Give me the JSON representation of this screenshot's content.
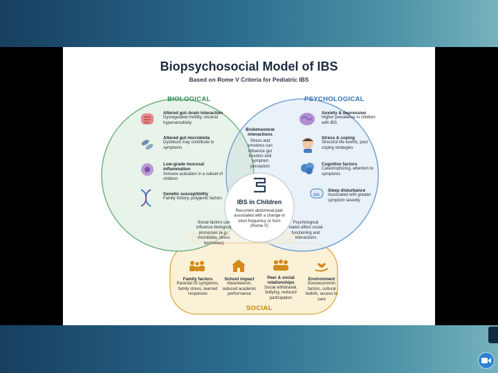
{
  "slide": {
    "title": "Biopsychosocial Model of IBS",
    "subtitle": "Based on Rome V Criteria for Pediatric IBS",
    "biological": {
      "label": "BIOLOGICAL",
      "items": [
        {
          "title": "Altered gut–brain interaction",
          "desc": "Dysregulated motility, visceral hypersensitivity",
          "icon": "intestine-icon"
        },
        {
          "title": "Altered gut microbiota",
          "desc": "Dysbiosis may contribute to symptoms",
          "icon": "bacteria-icon"
        },
        {
          "title": "Low-grade mucosal inflammation",
          "desc": "Immune activation in a subset of children",
          "icon": "cell-icon"
        },
        {
          "title": "Genetic susceptibility",
          "desc": "Family history, polygenic factors",
          "icon": "dna-icon"
        }
      ]
    },
    "psychological": {
      "label": "PSYCHOLOGICAL",
      "items": [
        {
          "title": "Anxiety & depression",
          "desc": "Higher prevalence in children with IBS",
          "icon": "brain-icon"
        },
        {
          "title": "Stress & coping",
          "desc": "Stressful life events, poor coping strategies",
          "icon": "stressed-face-icon"
        },
        {
          "title": "Cognitive factors",
          "desc": "Catastrophizing, attention to symptoms",
          "icon": "thought-cloud-icon"
        },
        {
          "title": "Sleep disturbance",
          "desc": "Associated with greater symptom severity",
          "icon": "sleep-icon"
        }
      ]
    },
    "social": {
      "label": "SOCIAL",
      "items": [
        {
          "title": "Family factors",
          "desc": "Parental GI symptoms, family stress, learned responses",
          "icon": "family-icon"
        },
        {
          "title": "School impact",
          "desc": "Absenteeism, reduced academic performance",
          "icon": "school-icon"
        },
        {
          "title": "Peer & social relationships",
          "desc": "Social withdrawal, bullying, reduced participation",
          "icon": "peers-icon"
        },
        {
          "title": "Environment",
          "desc": "Socioeconomic factors, cultural beliefs, access to care",
          "icon": "hand-heart-icon"
        }
      ]
    },
    "overlaps": {
      "bio_psych_title": "Biobehavioral interactions",
      "bio_psych_text": "Stress and emotions can influence gut function and symptom perception",
      "bio_social_text": "Social factors can influence biological processes (e.g., microbiota, stress hormones)",
      "psych_social_text": "Psychological states affect social functioning and interactions"
    },
    "center": {
      "title": "IBS in Children",
      "text": "Recurrent abdominal pain associated with a change in stool frequency or form (Rome V)",
      "icon": "gut-icon"
    },
    "colors": {
      "biological": "#2e8b57",
      "psychological": "#2f6fb0",
      "social": "#c8860b",
      "bio_fill": "#e8f3ea",
      "psych_fill": "#e5eef8",
      "social_fill": "#fbf1d6"
    }
  },
  "controls": {
    "camera_button_icon": "video-camera-icon"
  }
}
